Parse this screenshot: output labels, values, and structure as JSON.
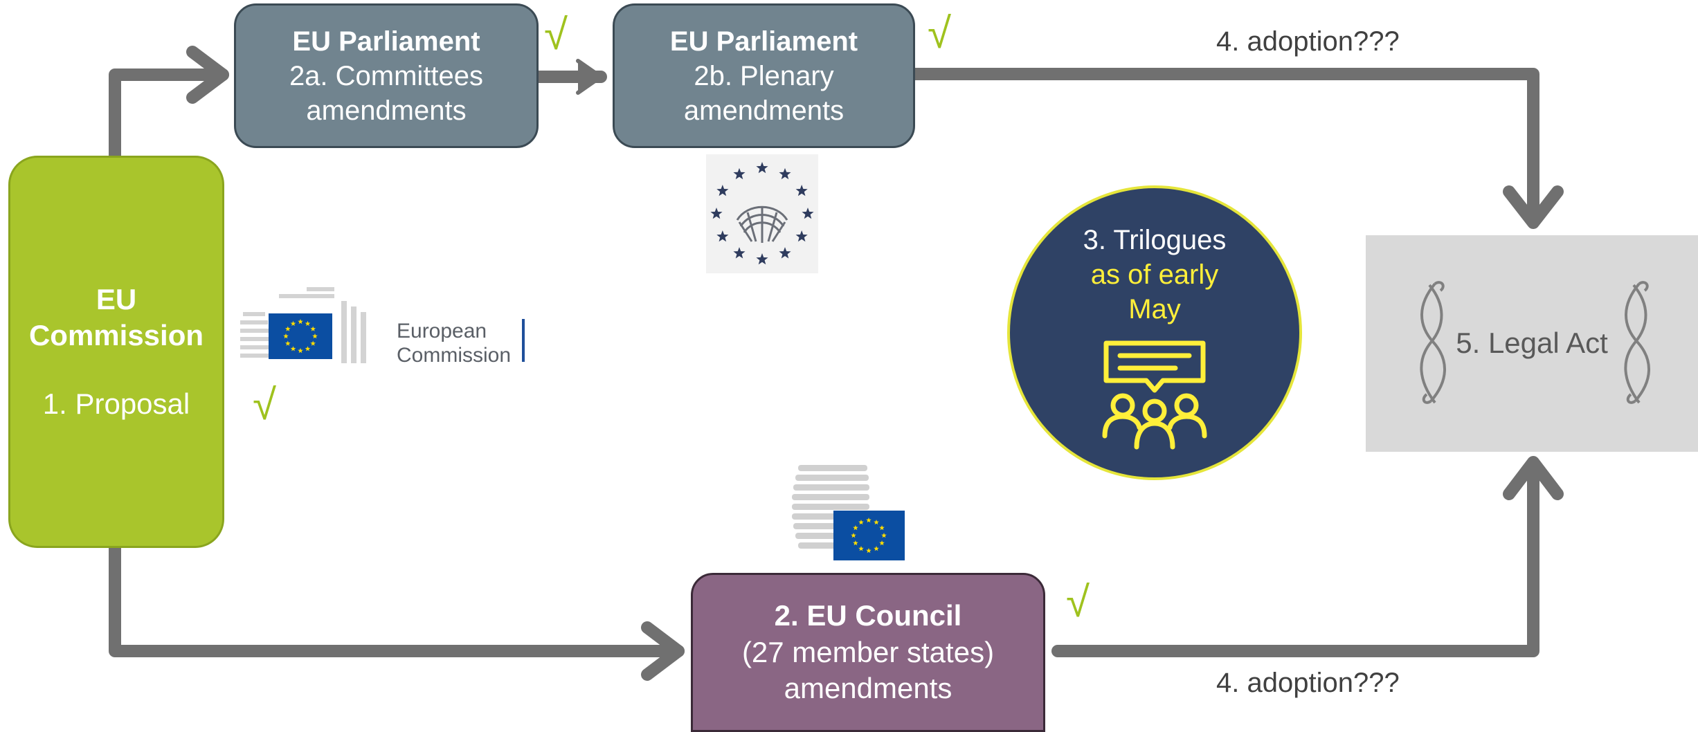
{
  "commission": {
    "title_line1": "EU",
    "title_line2": "Commission",
    "step": "1. Proposal",
    "check": "√"
  },
  "parliament_committees": {
    "title": "EU Parliament",
    "line1": "2a. Committees",
    "line2": "amendments",
    "check": "√"
  },
  "parliament_plenary": {
    "title": "EU Parliament",
    "line1": "2b. Plenary",
    "line2": "amendments",
    "check": "√"
  },
  "council": {
    "title": "2. EU Council",
    "line1": "(27 member states)",
    "line2": "amendments",
    "check": "√"
  },
  "trilogues": {
    "line1": "3. Trilogues",
    "line2": "as of early",
    "line3": "May"
  },
  "legal_act": {
    "label": "5. Legal Act"
  },
  "adoption_top": "4. adoption???",
  "adoption_bottom": "4. adoption???",
  "ec_logo": {
    "line1": "European",
    "line2": "Commission"
  },
  "colors": {
    "commission_green": "#a9c52c",
    "parliament_slate": "#71848f",
    "council_purple": "#8a6684",
    "trilogue_navy": "#2f4265",
    "trilogue_yellow": "#ffef3a",
    "arrow_gray": "#707070",
    "check_green": "#9fc21e",
    "eu_blue": "#0b4ea2",
    "eu_star_yellow": "#ffdd00"
  },
  "icons": [
    "parliament-stars-icon",
    "council-building-icon",
    "commission-building-icon",
    "eu-flag-icon",
    "meeting-people-icon",
    "scroll-left-icon",
    "scroll-right-icon"
  ]
}
